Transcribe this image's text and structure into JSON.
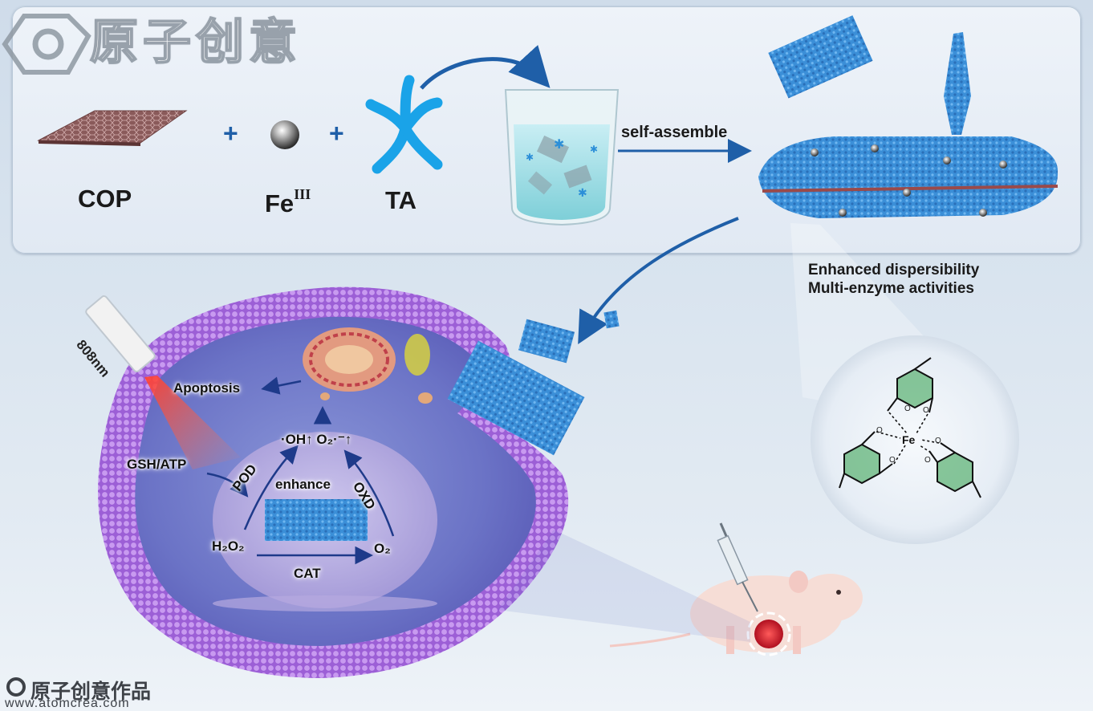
{
  "watermark": {
    "brand": "原子创意",
    "brand_works": "原子创意作品",
    "url": "www.atomcrea.com"
  },
  "top_panel": {
    "components": [
      {
        "label": "COP"
      },
      {
        "label": "Fe",
        "superscript": "III"
      },
      {
        "label": "TA"
      }
    ],
    "plus_1": "+",
    "plus_2": "+",
    "process_label": "self-assemble",
    "properties": [
      "Enhanced dispersibility",
      "Multi-enzyme activities"
    ]
  },
  "complex": {
    "center": "Fe",
    "oxygen": "O"
  },
  "cell": {
    "laser": "808nm",
    "apoptosis": "Apoptosis",
    "substrate": "GSH/ATP",
    "pod": "POD",
    "enhance": "enhance",
    "oxd": "OXD",
    "cat": "CAT",
    "h2o2": "H₂O₂",
    "o2": "O₂",
    "products": "·OH↑ O₂·⁻↑"
  },
  "colors": {
    "membrane": "#b77fe0",
    "membrane_dark": "#7c46b8",
    "nanosheet": "#3b8fd8",
    "arrow": "#1f5fa8",
    "tumor": "#d22c3c"
  }
}
